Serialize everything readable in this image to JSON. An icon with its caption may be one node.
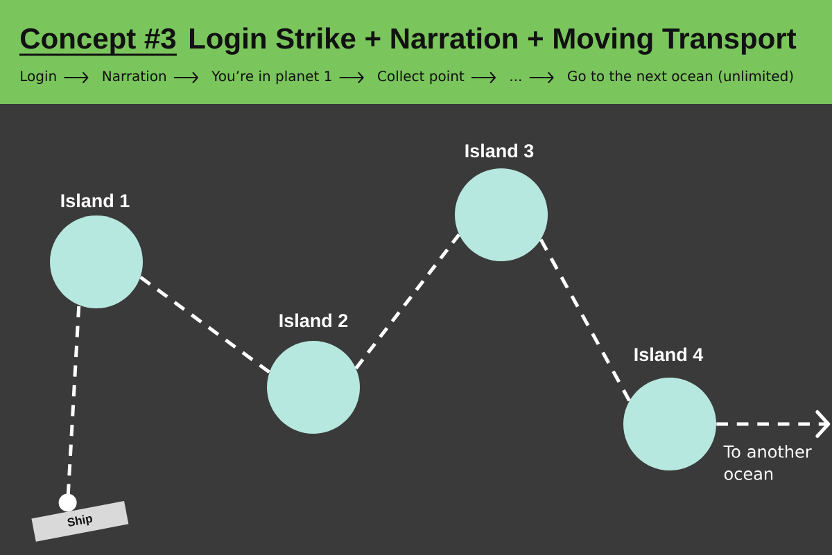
{
  "diagram": {
    "title": "Login Strike + Narration + Moving Transport",
    "nodes": [
      {
        "text": [
          "Login"
        ]
      },
      {
        "text": [
          "Narration"
        ]
      },
      {
        "text": [
          "You’re in planet 1"
        ]
      },
      {
        "text": [
          "Collect point"
        ]
      },
      {
        "text": [
          "..."
        ]
      },
      {
        "text": [
          "Go to the next ocean (unlimited)"
        ]
      },
      {
        "text": [
          "Island 1"
        ]
      },
      {
        "text": [
          "Island 2"
        ]
      },
      {
        "text": [
          "Island 3"
        ]
      },
      {
        "text": [
          "Island 4"
        ]
      },
      {
        "text": [
          "Ship"
        ]
      }
    ],
    "edges": [
      {
        "from": 0,
        "to": 1,
        "arrow": "to"
      },
      {
        "from": 1,
        "to": 2,
        "arrow": "to"
      },
      {
        "from": 2,
        "to": 3,
        "arrow": "to"
      },
      {
        "from": 3,
        "to": 4,
        "arrow": "to"
      },
      {
        "from": 4,
        "to": 5,
        "arrow": "to"
      },
      {
        "from": 10,
        "to": 6,
        "arrow": "other",
        "style": "dashed",
        "color": "#ffffff"
      },
      {
        "from": 6,
        "to": 7,
        "arrow": "none",
        "style": "dashed",
        "color": "#ffffff"
      },
      {
        "from": 7,
        "to": 8,
        "arrow": "none",
        "style": "dashed",
        "color": "#ffffff"
      },
      {
        "from": 8,
        "to": 9,
        "arrow": "none",
        "style": "dashed",
        "color": "#ffffff"
      },
      {
        "from": 9,
        "to": null,
        "arrow": "to",
        "label": "To another ocean",
        "style": "dashed",
        "color": "#ffffff"
      }
    ],
    "labels": [
      "Concept #3"
    ]
  }
}
